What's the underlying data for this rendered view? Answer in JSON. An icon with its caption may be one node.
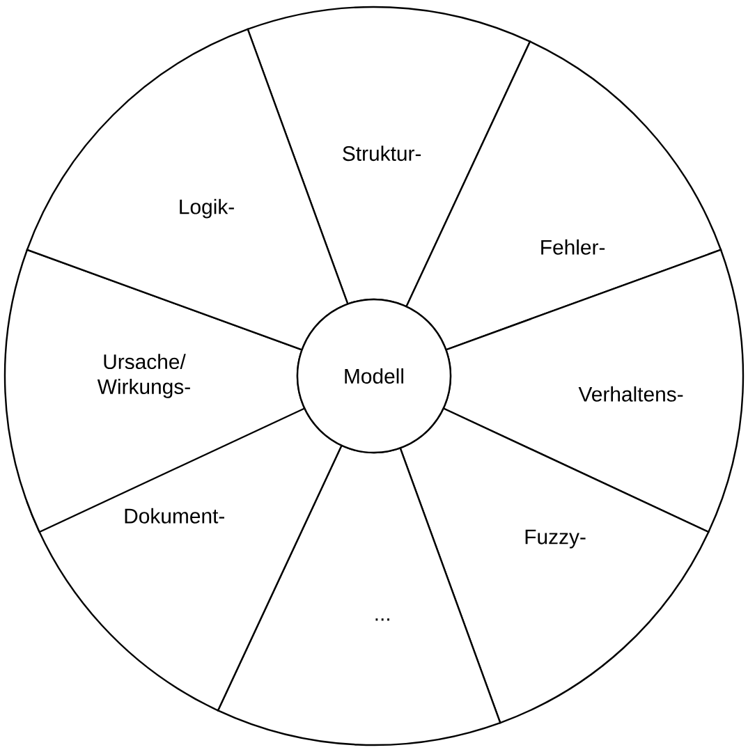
{
  "diagram": {
    "nodes": [
      {
        "text": [
          "Struktur-"
        ]
      },
      {
        "text": [
          "Fehler-"
        ]
      },
      {
        "text": [
          "Verhaltens-"
        ]
      },
      {
        "text": [
          "Fuzzy-"
        ]
      },
      {
        "text": [
          "..."
        ]
      },
      {
        "text": [
          "Dokument-"
        ]
      },
      {
        "text": [
          "Ursache/ Wirkungs-"
        ]
      },
      {
        "text": [
          "Logik-"
        ]
      },
      {
        "text": [
          "Modell"
        ]
      }
    ]
  }
}
